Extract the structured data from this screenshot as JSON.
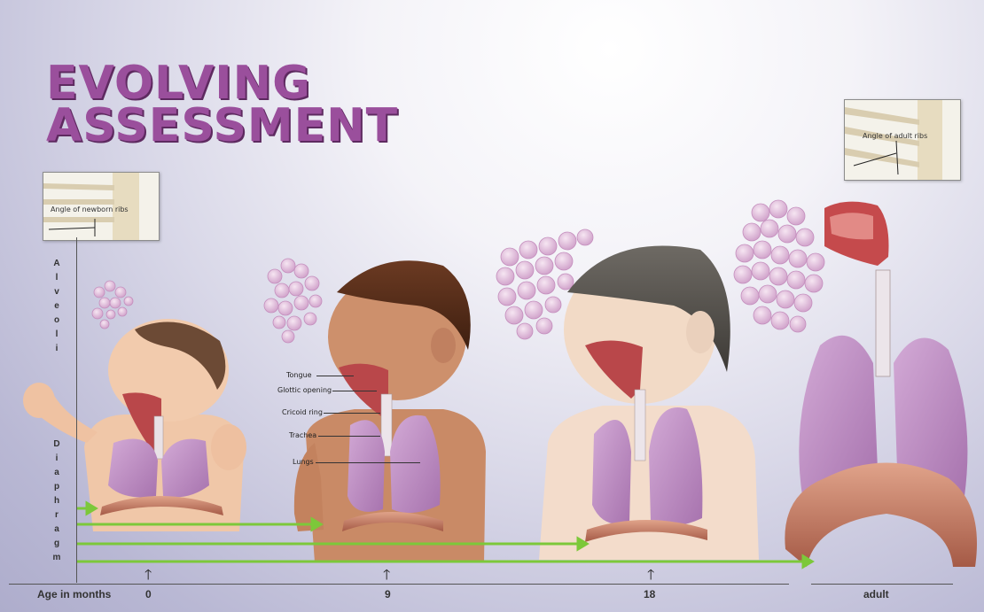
{
  "title": {
    "line1": "EVOLVING",
    "line2": "ASSESSMENT"
  },
  "newborn_ribs_caption": "Angle of newborn ribs",
  "adult_ribs_caption": "Angle of adult ribs",
  "vertical_labels": {
    "alveoli": [
      "A",
      "l",
      "v",
      "e",
      "o",
      "l",
      "i"
    ],
    "diaphragm": [
      "D",
      "i",
      "a",
      "p",
      "h",
      "r",
      "a",
      "g",
      "m"
    ]
  },
  "anatomy_labels": {
    "tongue": "Tongue",
    "glottic_opening": "Glottic opening",
    "cricoid_ring": "Cricoid ring",
    "trachea": "Trachea",
    "lungs": "Lungs"
  },
  "age_axis": {
    "label": "Age in months",
    "ticks": [
      "0",
      "9",
      "18"
    ],
    "adult": "adult"
  },
  "colors": {
    "title": "#9a4f9c",
    "lung": "#b98ac0",
    "diaphragm": "#c9806a",
    "arrow": "#7cc83a",
    "skin_infant": "#f0c7a8",
    "skin_toddler": "#c98a66",
    "skin_child": "#f3dccb"
  }
}
